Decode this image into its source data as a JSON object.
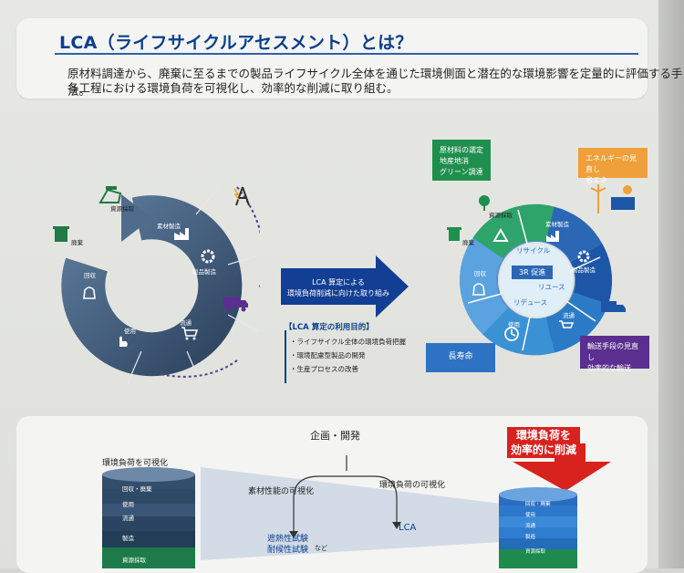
{
  "title": "LCA（ライフサイクルアセスメント）とは？",
  "description": [
    "原材料調達から、廃棄に至るまでの製品ライフサイクル全体を通じた環境側面と潜在的な環境影響を定量的に評価する手法。",
    "各工程における環境負荷を可視化し、効率的な削減に取り組む。"
  ],
  "left_cycle": {
    "stages": [
      "資源採取",
      "素材製造",
      "製品製造",
      "流通",
      "使用",
      "回収",
      "廃棄"
    ]
  },
  "center": {
    "arrow_text": [
      "LCA 算定による",
      "環境負荷削減に向けた取り組み"
    ],
    "purpose_heading": "【LCA 算定の利用目的】",
    "purposes": [
      "・ライフサイクル全体の環境負荷把握",
      "・環境配慮型製品の開発",
      "・生産プロセスの改善"
    ]
  },
  "right_cycle": {
    "stages": [
      "資源採取",
      "素材製造",
      "製品製造",
      "流通",
      "使用",
      "回収",
      "廃棄"
    ],
    "inner_labels": [
      "リサイクル",
      "3R 促進",
      "リユース",
      "リデュース"
    ],
    "callout_materials": [
      "原材料の選定",
      "地産地消",
      "グリーン調達"
    ],
    "callout_energy": [
      "エネルギーの見直し",
      "省エネ"
    ],
    "callout_transport": [
      "輸送手段の見直し",
      "効率的な輸送"
    ],
    "callout_life": "長寿命"
  },
  "bottom": {
    "visualize": "環境負荷を可視化",
    "planning": "企画・開発",
    "material_perf": "素材性能の可視化",
    "env_load": "環境負荷の可視化",
    "tests_1": "遮熱性試験",
    "tests_2": "耐候性試験",
    "tests_suffix": "など",
    "lca": "LCA",
    "reduce_1": "環境負荷を",
    "reduce_2": "効率的に削減",
    "left_stack": [
      "回収・廃棄",
      "使用",
      "流通",
      "製造",
      "資源採取"
    ],
    "right_stack": [
      "回収・廃棄",
      "使用",
      "流通",
      "製造",
      "資源採取"
    ]
  },
  "colors": {
    "navy": "#0b3f8c",
    "cycle_dark": "#3a5170",
    "cycle_mid": "#5b7a9a",
    "green": "#1f8f4e",
    "teal": "#29a3c6",
    "orange": "#f0a03a",
    "purple": "#5a2f8f",
    "red": "#d8221e"
  }
}
